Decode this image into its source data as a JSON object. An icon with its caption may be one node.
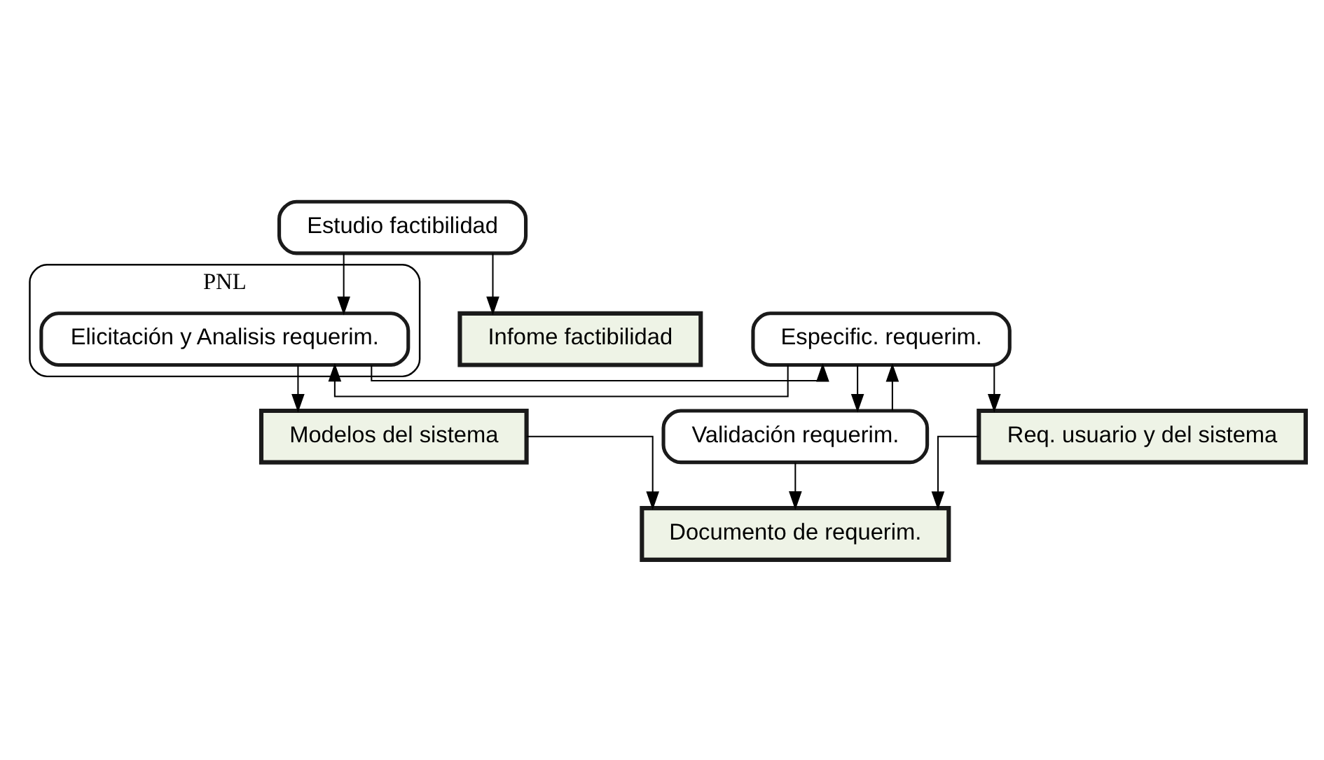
{
  "diagram": {
    "nodes": [
      {
        "text": [
          "Estudio factibilidad"
        ]
      },
      {
        "text": [
          "PNL"
        ]
      },
      {
        "text": [
          "Elicitación y Analisis requerim."
        ],
        "in": 1
      },
      {
        "text": [
          "Especific. requerim."
        ]
      },
      {
        "text": [
          "Validación requerim."
        ]
      },
      {
        "text": [
          "Infome factibilidad"
        ]
      },
      {
        "text": [
          "Modelos del sistema"
        ]
      },
      {
        "text": [
          "Req. usuario y del sistema"
        ]
      },
      {
        "text": [
          "Documento de requerim."
        ]
      }
    ],
    "edges": [
      {
        "from": 0,
        "to": 2,
        "arrow": "to"
      },
      {
        "from": 0,
        "to": 5,
        "arrow": "to"
      },
      {
        "from": 2,
        "to": 6,
        "arrow": "to"
      },
      {
        "from": 2,
        "to": 3,
        "arrow": "to"
      },
      {
        "from": 3,
        "to": 2,
        "arrow": "to"
      },
      {
        "from": 3,
        "to": 4,
        "arrow": "to"
      },
      {
        "from": 4,
        "to": 3,
        "arrow": "to"
      },
      {
        "from": 3,
        "to": 7,
        "arrow": "to"
      },
      {
        "from": 7,
        "to": 8,
        "arrow": "to"
      },
      {
        "from": 6,
        "to": 8,
        "arrow": "to"
      },
      {
        "from": 4,
        "to": 8,
        "arrow": "to"
      }
    ]
  }
}
